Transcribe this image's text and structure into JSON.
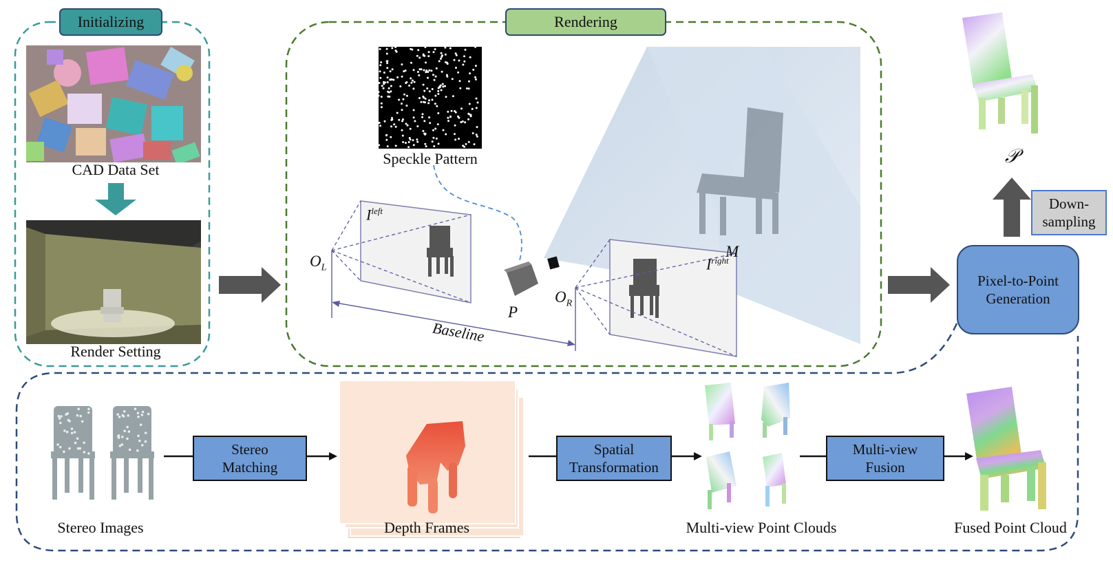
{
  "sections": {
    "initializing": "Initializing",
    "rendering": "Rendering"
  },
  "labels": {
    "cad": "CAD Data Set",
    "render_setting": "Render Setting",
    "speckle": "Speckle Pattern",
    "baseline": "Baseline",
    "stereo_images": "Stereo Images",
    "depth_frames": "Depth Frames",
    "multiview_pc": "Multi-view Point Clouds",
    "fused_pc": "Fused Point Cloud",
    "P_script": "𝒫"
  },
  "symbols": {
    "O_L": {
      "base": "O",
      "sub": "L"
    },
    "O_R": {
      "base": "O",
      "sub": "R"
    },
    "P": "P",
    "M": "M",
    "I_left": {
      "base": "I",
      "sup": "left"
    },
    "I_right": {
      "base": "I",
      "sup": "right"
    }
  },
  "boxes": {
    "stereo_matching": [
      "Stereo",
      "Matching"
    ],
    "spatial_transformation": [
      "Spatial",
      "Transformation"
    ],
    "multiview_fusion": [
      "Multi-view",
      "Fusion"
    ],
    "pixel_to_point": [
      "Pixel-to-Point",
      "Generation"
    ],
    "downsampling": [
      "Down-",
      "sampling"
    ]
  },
  "colors": {
    "initializing_fill": "#3a9a9a",
    "initializing_border": "#3a9a9a",
    "rendering_fill": "#a8d08d",
    "rendering_border": "#4a7a2e",
    "bottom_border": "#2e4a7a",
    "box_fill": "#6f9bd6",
    "down_fill": "#d0d0d0",
    "arrow_gray": "#555555"
  }
}
